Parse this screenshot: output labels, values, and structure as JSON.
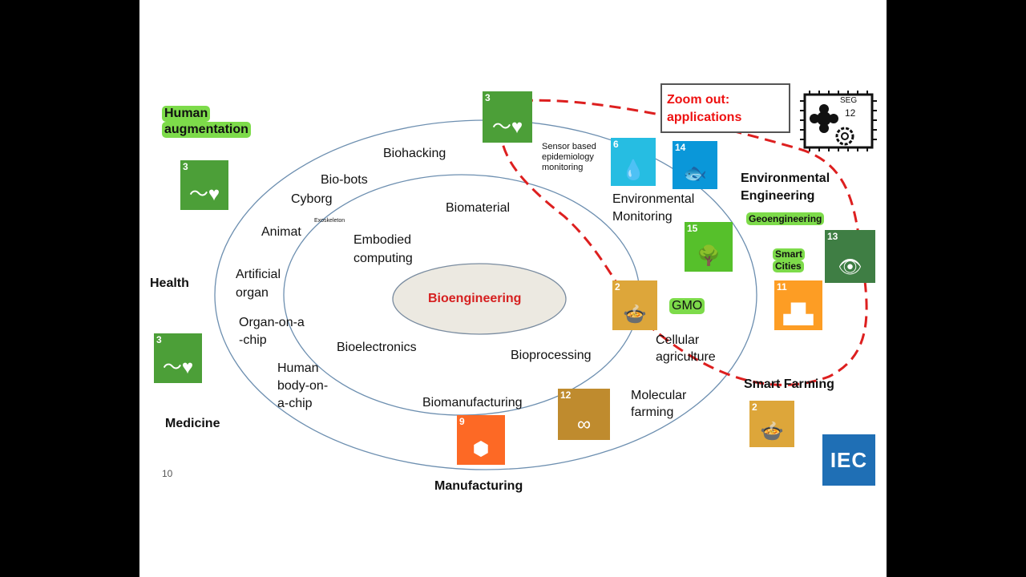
{
  "center": {
    "label": "Bioengineering",
    "color": "#d62020"
  },
  "zoom_box": {
    "line1": "Zoom out:",
    "line2": "applications"
  },
  "chip": {
    "line1": "SEG",
    "line2": "12"
  },
  "iec_logo": "IEC",
  "page_number": "10",
  "categories": {
    "human_augmentation": {
      "line1": "Human",
      "line2": "augmentation"
    },
    "health": "Health",
    "medicine": "Medicine",
    "manufacturing": "Manufacturing",
    "environmental_engineering": {
      "line1": "Environmental",
      "line2": "Engineering"
    },
    "geoengineering": "Geoengineering",
    "smart_cities": {
      "line1": "Smart",
      "line2": "Cities"
    },
    "gmo": "GMO",
    "smart_farming": "Smart Farming"
  },
  "outer_ring": {
    "biohacking": "Biohacking",
    "bio_bots": "Bio-bots",
    "cyborg": "Cyborg",
    "exoskeleton": "Exoskeleton",
    "animat": "Animat",
    "artificial_organ": {
      "line1": "Artificial",
      "line2": "organ"
    },
    "organ_on_chip": {
      "line1": "Organ-on-a",
      "line2": "-chip"
    },
    "human_body_on_chip": {
      "line1": "Human",
      "line2": "body-on-",
      "line3": "a-chip"
    },
    "sensor_epidemiology": {
      "line1": "Sensor based",
      "line2": "epidemiology",
      "line3": "monitoring"
    },
    "environmental_monitoring": {
      "line1": "Environmental",
      "line2": "Monitoring"
    },
    "cellular_agriculture": {
      "line1": "Cellular",
      "line2": "agriculture"
    },
    "molecular_farming": {
      "line1": "Molecular",
      "line2": "farming"
    }
  },
  "inner_ring": {
    "biomaterial": "Biomaterial",
    "embodied_computing": {
      "line1": "Embodied",
      "line2": "computing"
    },
    "bioelectronics": "Bioelectronics",
    "bioprocessing": "Bioprocessing",
    "biomanufacturing": "Biomanufacturing"
  },
  "sdg_tiles": [
    {
      "num": "3",
      "icon": "heartbeat-icon",
      "color": "#4c9f38"
    },
    {
      "num": "3",
      "icon": "heartbeat-icon",
      "color": "#4c9f38"
    },
    {
      "num": "3",
      "icon": "heartbeat-icon",
      "color": "#4c9f38"
    },
    {
      "num": "6",
      "icon": "water-drop-icon",
      "color": "#26bde2"
    },
    {
      "num": "14",
      "icon": "fish-icon",
      "color": "#0a97d9"
    },
    {
      "num": "15",
      "icon": "tree-icon",
      "color": "#56c02b"
    },
    {
      "num": "13",
      "icon": "eye-earth-icon",
      "color": "#3f7e44"
    },
    {
      "num": "11",
      "icon": "city-icon",
      "color": "#fd9d24"
    },
    {
      "num": "2",
      "icon": "bowl-icon",
      "color": "#dda63a"
    },
    {
      "num": "2",
      "icon": "bowl-icon",
      "color": "#dda63a"
    },
    {
      "num": "12",
      "icon": "infinity-icon",
      "color": "#bf8b2e"
    },
    {
      "num": "9",
      "icon": "cubes-icon",
      "color": "#fd6925"
    }
  ]
}
